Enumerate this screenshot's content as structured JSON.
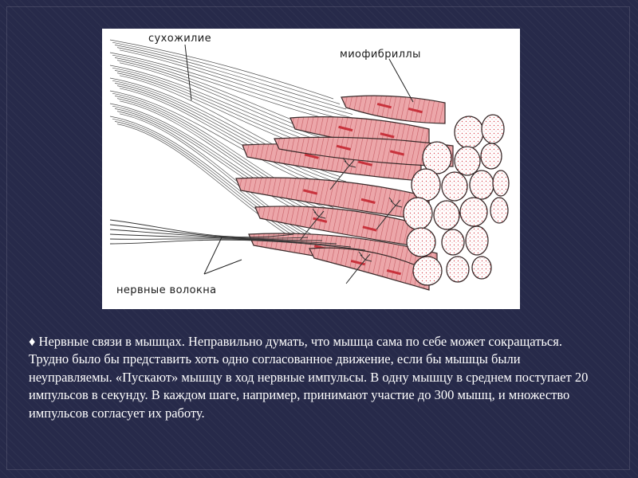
{
  "slide": {
    "figure": {
      "label_tendon": "сухожилие",
      "label_myofibrils": "миофибриллы",
      "label_nerve_fibers": "нервные волокна"
    },
    "caption": {
      "bullet": "♦",
      "text": "Нервные связи в мышцах.  Неправильно думать, что мышца сама по себе может сокращаться. Трудно было бы представить хоть одно согласованное движение, если бы мышцы были неуправляемы. «Пускают» мышцу в ход нервные импульсы. В одну мышцу в среднем поступает 20 импульсов в секунду. В каждом шаге, например, принимают участие до 300 мышц, и множество импульсов согласует их работу."
    }
  },
  "colors": {
    "background": "#272a4a",
    "fiber_fill": "#e9a0a3",
    "fiber_stripe": "#c45a63",
    "fiber_outline": "#3a2a2a",
    "dot_red": "#c8323c"
  }
}
